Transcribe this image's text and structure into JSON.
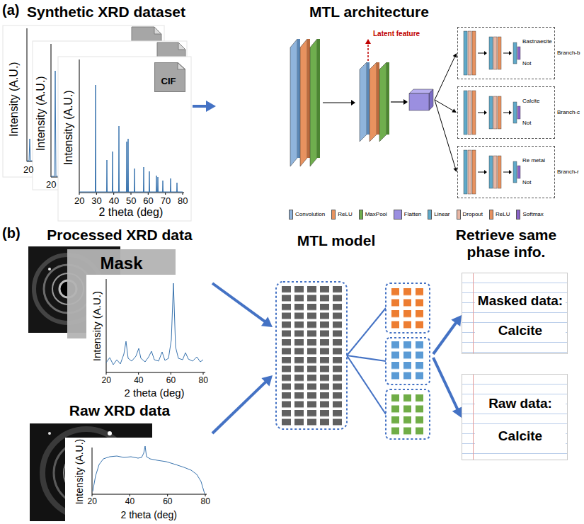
{
  "diagram": {
    "nodes": [
      {
        "text": [
          "Synthetic XRD dataset"
        ]
      },
      {
        "text": [
          "CIF"
        ],
        "in": 0
      },
      {
        "text": [
          "MTL architecture"
        ]
      },
      {
        "text": [
          "Bastnaesite",
          "Not",
          "Branch-b"
        ],
        "in": 2
      },
      {
        "text": [
          "Calcite",
          "Not",
          "Branch-c"
        ],
        "in": 2
      },
      {
        "text": [
          "Re metal",
          "Not",
          "Branch-r"
        ],
        "in": 2
      },
      {
        "text": [
          "Processed XRD data"
        ]
      },
      {
        "text": [
          "Mask"
        ],
        "in": 6
      },
      {
        "text": [
          "Raw XRD data"
        ]
      },
      {
        "text": [
          "MTL model"
        ]
      },
      {
        "text": [
          "Masked data:",
          "Calcite"
        ]
      },
      {
        "text": [
          "Raw data:",
          "Calcite"
        ]
      }
    ],
    "edges": [
      {
        "from": 0,
        "to": 2,
        "arrow": "to"
      },
      {
        "from": 6,
        "to": 9,
        "arrow": "to"
      },
      {
        "from": 8,
        "to": 9,
        "arrow": "to"
      },
      {
        "from": 9,
        "to": 10,
        "arrow": "to"
      },
      {
        "from": 9,
        "to": 11,
        "arrow": "to"
      }
    ],
    "labels": [
      "(a)",
      "Intensity (A.U.)",
      "20",
      "Intensity (A.U.)",
      "20",
      "Intensity (A.U.)",
      "20",
      "30",
      "40",
      "50",
      "60",
      "70",
      "80",
      "2 theta (deg)",
      "Latent feature",
      "(b)",
      "Intensity (A.U.)",
      "20",
      "40",
      "60",
      "80",
      "2 theta (deg)",
      "Intensity (A.U.)",
      "20",
      "40",
      "60",
      "80",
      "2 theta (deg)",
      "Retrieve same phase info."
    ],
    "legend": [
      {
        "text": "Convolution",
        "color": "#8fb4dc"
      },
      {
        "text": "ReLU",
        "color": "#e8925f"
      },
      {
        "text": "MaxPool",
        "color": "#6fae4e"
      },
      {
        "text": "Flatten",
        "color": "#9b8fe0"
      },
      {
        "text": "Linear",
        "color": "#5fa9c9"
      },
      {
        "text": "Dropout",
        "color": "#e7b6a4"
      },
      {
        "text": "ReLU",
        "color": "#e8925f"
      },
      {
        "text": "Softmax",
        "color": "#8a63c9"
      }
    ]
  }
}
